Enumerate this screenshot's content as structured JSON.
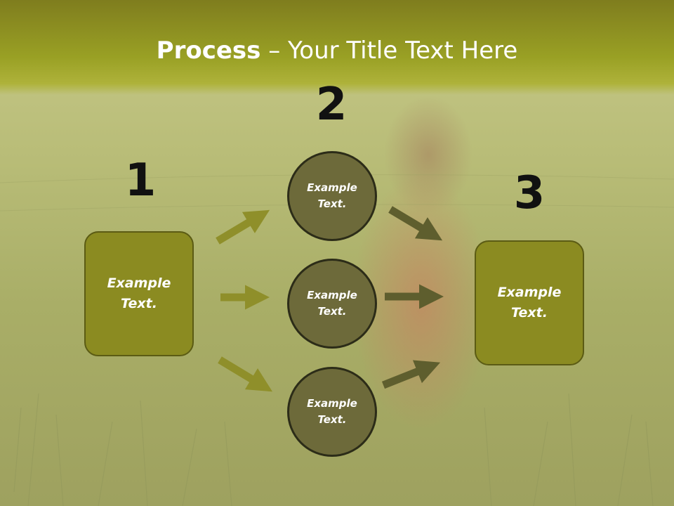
{
  "title": {
    "bold": "Process",
    "separator": " – ",
    "rest": "Your Title Text Here"
  },
  "steps": {
    "one": {
      "number": "1",
      "text": "Example Text."
    },
    "two": {
      "number": "2",
      "circles": [
        {
          "text": "Example Text."
        },
        {
          "text": "Example Text."
        },
        {
          "text": "Example Text."
        }
      ]
    },
    "three": {
      "number": "3",
      "text": "Example Text."
    }
  },
  "colors": {
    "header": "#99a024",
    "box": "#8b8b21",
    "circle": "#6d6a3a",
    "arrow_light": "#8f8f2a",
    "arrow_dark": "#5e5e2e"
  }
}
